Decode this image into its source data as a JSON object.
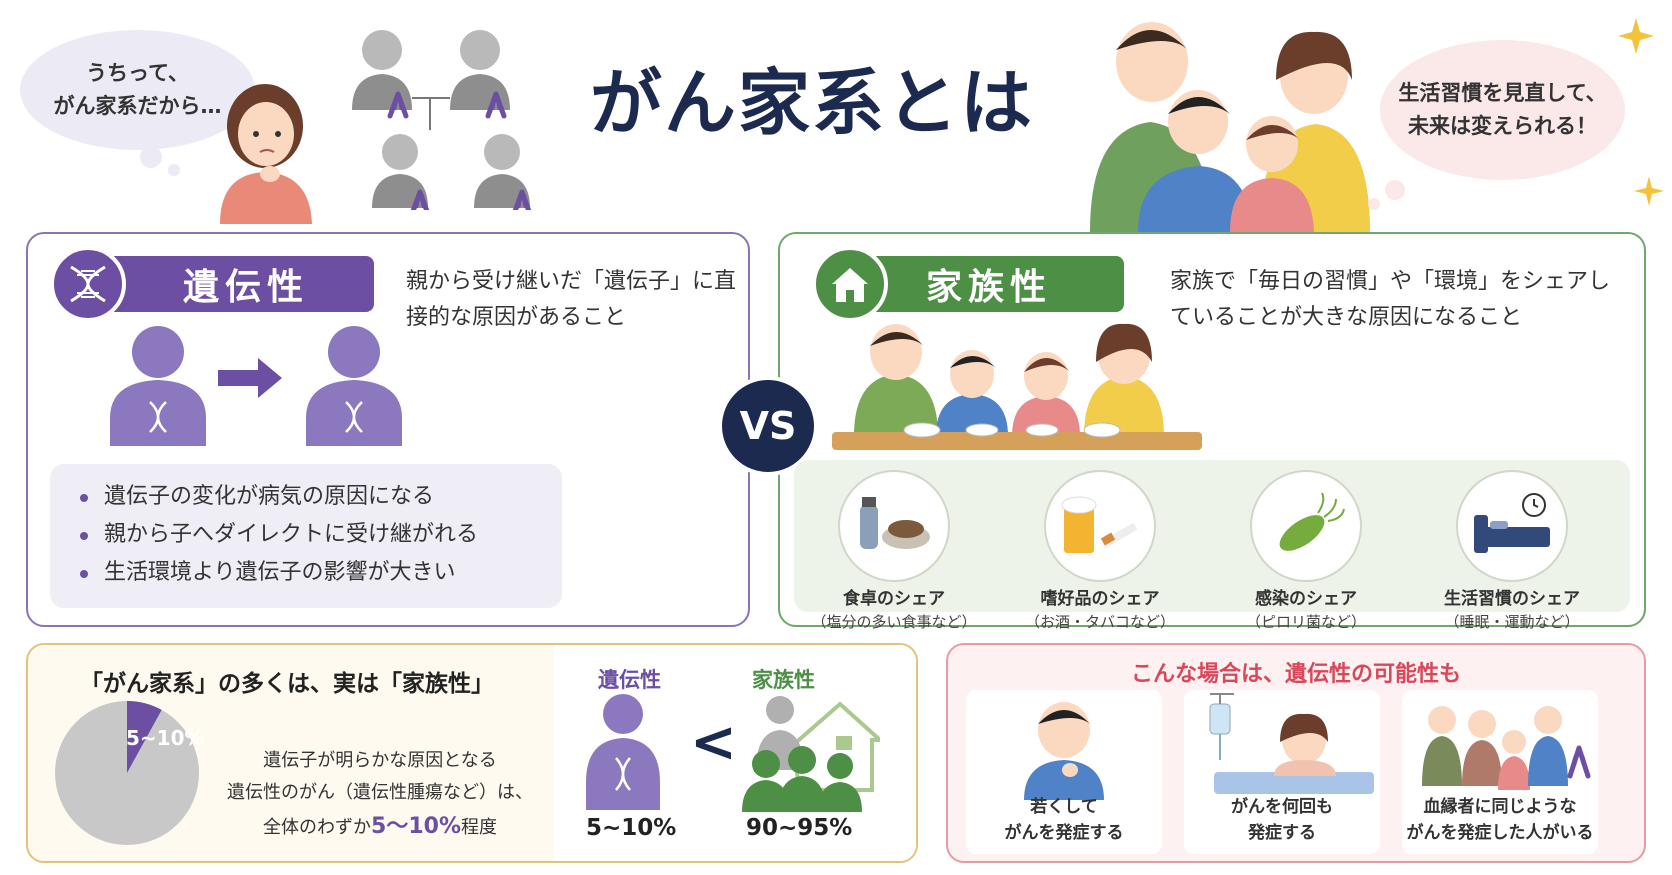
{
  "header": {
    "title": "がん家系とは",
    "bubble_left": "うちって、\nがん家系だから…",
    "bubble_right": "生活習慣を見直して、\n未来は変えられる！"
  },
  "hereditary": {
    "tag": "遺伝性",
    "description": "親から受け継いだ「遺伝子」に直接的な原因があること",
    "points": [
      "遺伝子の変化が病気の原因になる",
      "親から子へダイレクトに受け継がれる",
      "生活環境より遺伝子の影響が大きい"
    ],
    "color": "#6c4fa3"
  },
  "vs_label": "VS",
  "familial": {
    "tag": "家族性",
    "description": "家族で「毎日の習慣」や「環境」をシェアしていることが大きな原因になること",
    "color": "#4e8f46",
    "items": [
      {
        "label": "食卓のシェア",
        "sub": "（塩分の多い食事など）"
      },
      {
        "label": "嗜好品のシェア",
        "sub": "（お酒・タバコなど）"
      },
      {
        "label": "感染のシェア",
        "sub": "（ピロリ菌など）"
      },
      {
        "label": "生活習慣のシェア",
        "sub": "（睡眠・運動など）"
      }
    ]
  },
  "ratio": {
    "heading": "「がん家系」の多くは、実は「家族性」",
    "pie_label": "5~10%",
    "pie_fraction": 0.08,
    "text_line1": "遺伝子が明らかな原因となる",
    "text_line2": "遺伝性のがん（遺伝性腫瘍など）は、",
    "text_line3_prefix": "全体のわずか",
    "text_line3_pct": "5～10%",
    "text_line3_suffix": "程度",
    "compare_gen_label": "遺伝性",
    "compare_fam_label": "家族性",
    "compare_symbol": "<",
    "compare_gen_value": "5~10%",
    "compare_fam_value": "90~95%"
  },
  "cases": {
    "heading": "こんな場合は、遺伝性の可能性も",
    "items": [
      {
        "line1": "若くして",
        "line2": "がんを発症する"
      },
      {
        "line1": "がんを何回も",
        "line2": "発症する"
      },
      {
        "line1": "血縁者に同じような",
        "line2": "がんを発症した人がいる"
      }
    ]
  }
}
